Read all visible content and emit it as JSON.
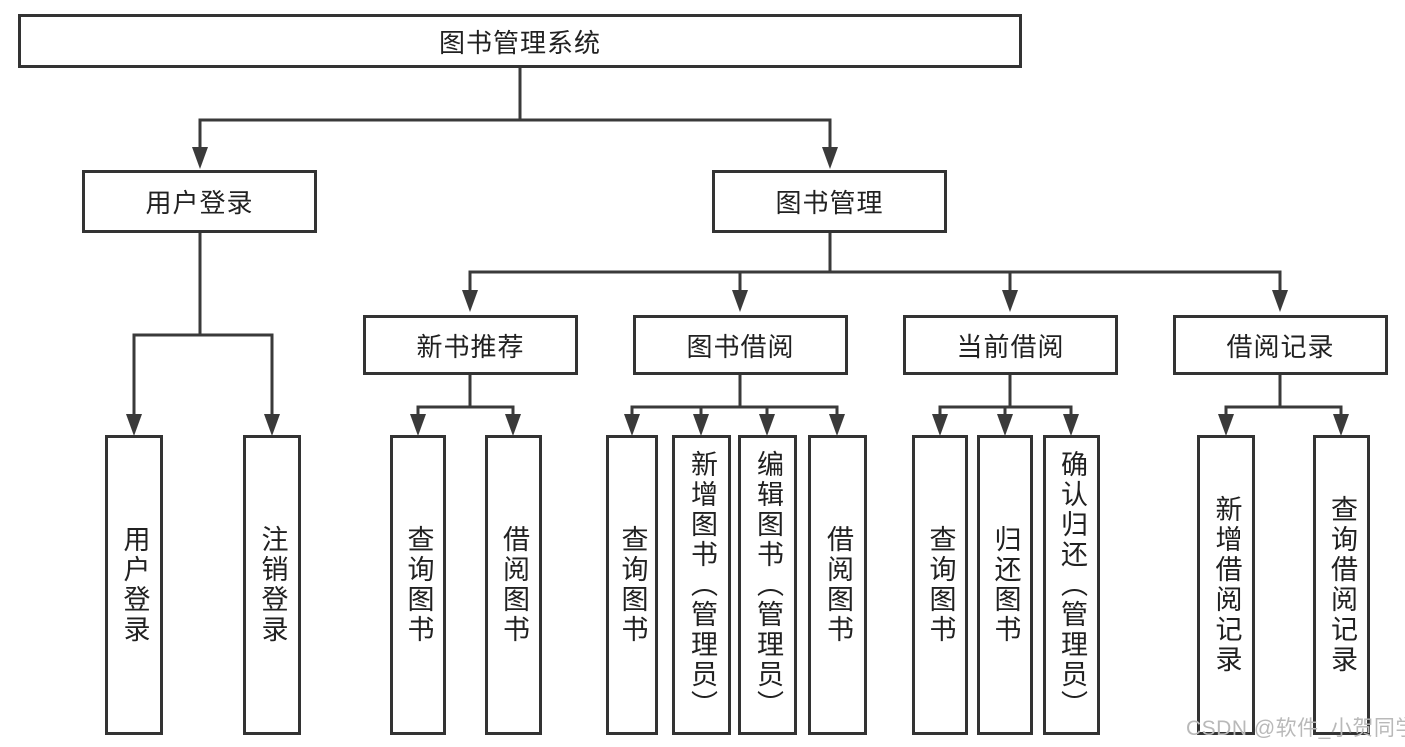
{
  "diagram": {
    "title": "图书管理系统",
    "level2": [
      "用户登录",
      "图书管理"
    ],
    "level3": [
      "新书推荐",
      "图书借阅",
      "当前借阅",
      "借阅记录"
    ],
    "leaves": {
      "user_login": [
        "用户登录",
        "注销登录"
      ],
      "new_book_recommend": [
        "查询图书",
        "借阅图书"
      ],
      "book_borrow": [
        "查询图书",
        "新增图书（管理员）",
        "编辑图书（管理员）",
        "借阅图书"
      ],
      "current_borrow": [
        "查询图书",
        "归还图书",
        "确认归还（管理员）"
      ],
      "borrow_records": [
        "新增借阅记录",
        "查询借阅记录"
      ]
    }
  },
  "watermark": "CSDN @软件_小贺同学",
  "colors": {
    "line": "#3a3a3a",
    "text": "#212121",
    "watermark": "#b9b9b9",
    "background": "#ffffff"
  }
}
